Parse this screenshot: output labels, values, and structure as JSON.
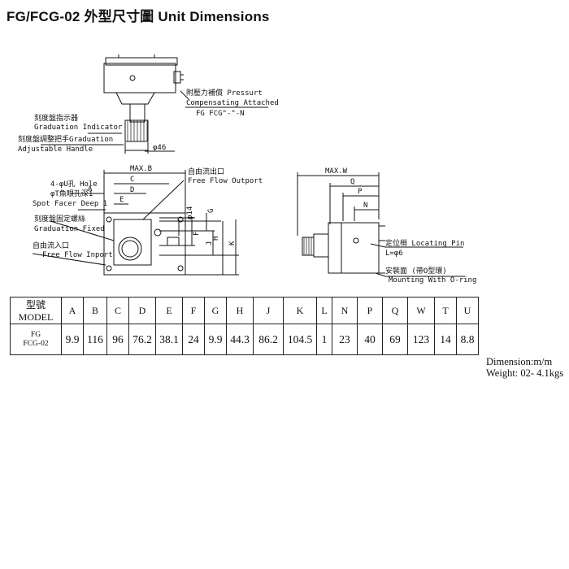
{
  "title": "FG/FCG-02  外型尺寸圖 Unit Dimensions",
  "top_view": {
    "pressure_comp_zh": "附壓力補償 Pressurt",
    "pressure_comp_en": "Compensating Attached",
    "model_code": "FG FCG\"-\"-N",
    "graduation_indicator_zh": "刻度盤指示器",
    "graduation_indicator_en": "Graduation Indicator",
    "adjustable_handle_zh": "刻度盤調整把手Graduation",
    "adjustable_handle_en": "Adjustable Handle",
    "dia_46": "φ46"
  },
  "front_view": {
    "max_b": "MAX.B",
    "c": "C",
    "a": "A",
    "d": "D",
    "e": "E",
    "hole_1": "4-φU孔 Hole",
    "hole_2": "φT魚眼孔深1",
    "hole_3": "Spot Facer Deep 1",
    "free_flow_outport_zh": "自由流出口",
    "free_flow_outport_en": "Free Flow Outport",
    "dia_14": "φ14",
    "g": "G",
    "f": "F",
    "h": "H",
    "j": "J",
    "k": "K",
    "graduation_fixed_zh": "刻度盤固定螺絲",
    "graduation_fixed_en": "Graduation Fixed",
    "free_flow_inport_zh": "自由流入口",
    "free_flow_inport_en": "Free Flow Inport"
  },
  "side_view": {
    "max_w": "MAX.W",
    "q": "Q",
    "p": "P",
    "n": "N",
    "locating_pin": "定位梢 Locating Pin",
    "locating_pin_size": "L=φ6",
    "mounting_zh": "安裝面 (帶O型環)",
    "mounting_en": "Mounting With O-ring"
  },
  "table": {
    "model_header": "型號 MODEL",
    "columns": [
      "A",
      "B",
      "C",
      "D",
      "E",
      "F",
      "G",
      "H",
      "J",
      "K",
      "L",
      "N",
      "P",
      "Q",
      "W",
      "T",
      "U"
    ],
    "model_line1": "FG",
    "model_line2": "FCG-02",
    "values": [
      "9.9",
      "116",
      "96",
      "76.2",
      "38.1",
      "24",
      "9.9",
      "44.3",
      "86.2",
      "104.5",
      "1",
      "23",
      "40",
      "69",
      "123",
      "14",
      "8.8"
    ]
  },
  "notes": {
    "dimension": "Dimension:m/m",
    "weight": "Weight: 02- 4.1kgs"
  }
}
